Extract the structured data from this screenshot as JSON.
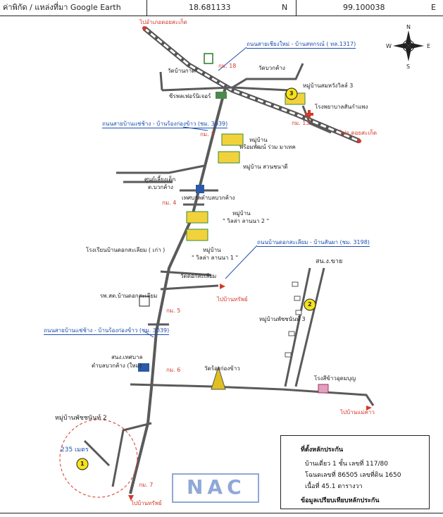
{
  "header": {
    "label": "ค่าพิกัด / แหล่งที่มา Google Earth",
    "latitude": "18.681133",
    "lat_dir": "N",
    "longitude": "99.100038",
    "lon_dir": "E"
  },
  "compass": {
    "n": "N",
    "s": "S",
    "e": "E",
    "w": "W"
  },
  "roads": {
    "top_dest": "ไปอำเภอดอยสะเก็ด",
    "right_dest": "ไปอ.ดอยสะเก็ด",
    "right_bottom_dest": "ไปบ้านแม่คาว",
    "bottom_dest": "ไปบ้านทรัพย์",
    "middle_dest": "ไปบ้านทรัพย์"
  },
  "callouts": {
    "road_main": "ถนนสายเชียงใหม่ - บ้านสหกรณ์ ( ทล.1317)",
    "road_3039_top": "ถนนสายบ้านแช่ช้าง - บ้านร้องก่องข้าว (ชม. 3039)",
    "road_3198": "ถนนบ้านดอกสะเลียม - บ้านสันผา (ชม. 3198)",
    "road_3039_bottom": "ถนนสายบ้านแช่ช้าง - บ้านร้องก่องข้าว (ชม. 3039)"
  },
  "places": {
    "wat_top": "วัดบ้านกาด",
    "wat_right": "วัดบวกค้าง",
    "village_3": "หมู่บ้านสมหวังวิลล์ 3",
    "hospital": "โรงพยาบาลสันกำแพง",
    "seven_eleven_label": "ซีรพลเฟอร์นิเจอร์",
    "village_phrom": "หมู่บ้าน",
    "village_phrom2": "พร้อมพัฒน์ ร่วม มาเทค",
    "village_suan": "หมู่บ้าน สวนชนาดี",
    "child_center": "ศูนย์เลี้ยงเด็ก",
    "child_center2": "ต.บวกค้าง",
    "office": "เทศบาลตำบลบวกค้าง",
    "villa2": "หมู่บ้าน",
    "villa2b": "\" วิลล่า ลานนา 2 \"",
    "villa1": "หมู่บ้าน",
    "villa1b": "\" วิลล่า ลานนา 1 \"",
    "school_old": "โรงเรียนบ้านดอกสะเลียม ( เก่า )",
    "wat_dok": "วัดดอกสะเลียม",
    "clinic": "รพ.สต.บ้านดอกสะเลียม",
    "village_3b": "หมู่บ้านพัชชนันท์ 3",
    "police": "สน.ง.ขาย",
    "municipal": "สนง.เทศบาล",
    "municipal2": "ตำบลบวกค้าง (ใหม่)",
    "wat_rong": "วัดร้องก่องข้าว",
    "school_right": "โรงสีข้าวอุดมบุญ",
    "village_2": "หมู่บ้านพัชชนันท์ 2",
    "distance": "235 เมตร"
  },
  "km_markers": {
    "km18": "กม. 18",
    "km13": "กม. 13",
    "km3": "กม. 3",
    "km4": "กม. 4",
    "km5": "กม. 5",
    "km6": "กม. 6",
    "km7": "กม. 7"
  },
  "pins": {
    "p1": "1",
    "p2": "2",
    "p3": "3"
  },
  "watermark": "NAC",
  "legend": {
    "item1_title": "ที่ตั้งหลักประกัน",
    "item1_l2": "บ้านเดี่ยว 1 ชั้น เลขที่ 117/80",
    "item1_l3": "โฉนดเลขที่ 86505 เลขที่ดิน 1650",
    "item1_l4": "เนื้อที่ 45.1 ตารางวา",
    "item2": "ข้อมูลเปรียบเทียบหลักประกัน",
    "item1_color": "#c8322a",
    "item2_color": "#f5e21a"
  },
  "colors": {
    "road": "#5a5a5a",
    "accent_red": "#d23a2a",
    "accent_blue": "#1e4fb0"
  }
}
